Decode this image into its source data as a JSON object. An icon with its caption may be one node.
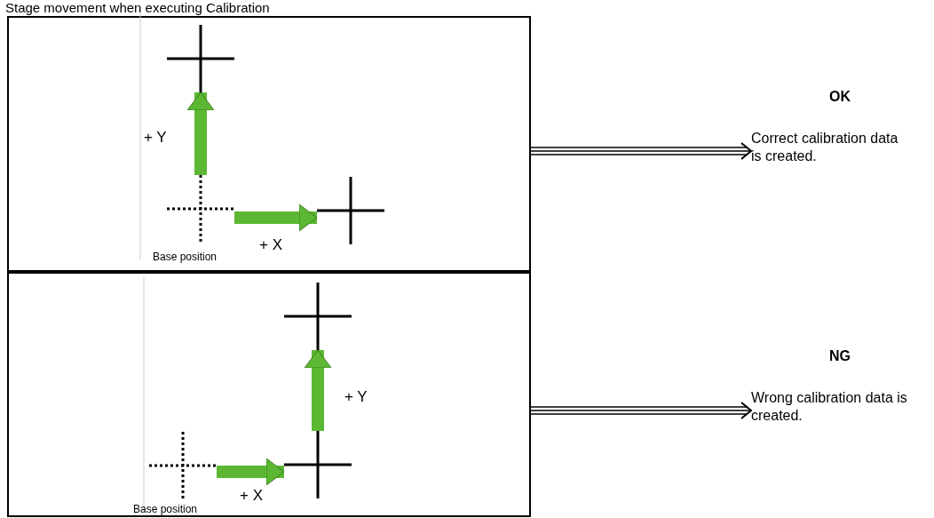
{
  "diagram": {
    "title": "Stage movement when executing Calibration",
    "nodes": [
      {
        "text": [],
        "shape": "box"
      },
      {
        "text": [],
        "shape": "cross",
        "in": 0,
        "beside": [
          "Base position"
        ]
      },
      {
        "text": [],
        "shape": "cross",
        "in": 0
      },
      {
        "text": [],
        "shape": "cross",
        "in": 0
      },
      {
        "text": [],
        "shape": "box"
      },
      {
        "text": [],
        "shape": "cross",
        "in": 4,
        "beside": [
          "Base position"
        ]
      },
      {
        "text": [],
        "shape": "cross",
        "in": 4
      },
      {
        "text": [],
        "shape": "cross",
        "in": 4
      },
      {
        "text": [
          "OK",
          "Correct calibration data is created."
        ]
      },
      {
        "text": [
          "NG",
          "Wrong calibration data is created."
        ]
      }
    ],
    "edges": [
      {
        "from": 1,
        "to": 3,
        "arrow": "to",
        "label": "+ X"
      },
      {
        "from": 1,
        "to": 2,
        "arrow": "to",
        "label": "+ Y"
      },
      {
        "from": 5,
        "to": 7,
        "arrow": "to",
        "label": "+ X"
      },
      {
        "from": 7,
        "to": 6,
        "arrow": "to",
        "label": "+ Y"
      },
      {
        "from": 0,
        "to": 8,
        "arrow": "to",
        "color": "#000000"
      },
      {
        "from": 4,
        "to": 9,
        "arrow": "to",
        "color": "#000000"
      }
    ]
  }
}
